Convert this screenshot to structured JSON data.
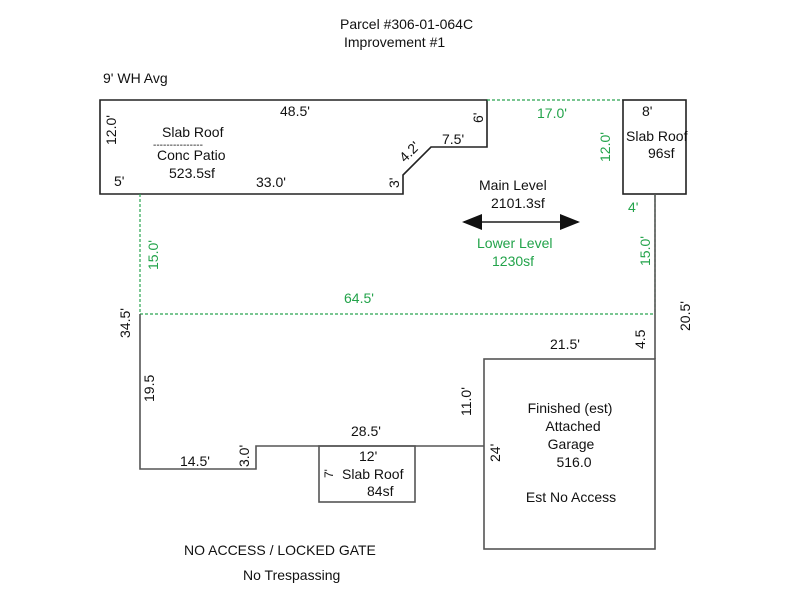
{
  "header": {
    "parcel": "Parcel #306-01-064C",
    "improvement": "Improvement #1",
    "wall_height": "9' WH Avg"
  },
  "areas": {
    "patio": {
      "line1": "Slab Roof",
      "divider": "---------------",
      "line2": "Conc Patio",
      "area": "523.5sf"
    },
    "slab_roof_right": {
      "label": "Slab Roof",
      "area": "96sf"
    },
    "slab_roof_bottom": {
      "label": "Slab Roof",
      "area": "84sf"
    },
    "main_level": {
      "label": "Main Level",
      "area": "2101.3sf"
    },
    "lower_level": {
      "label": "Lower Level",
      "area": "1230sf"
    },
    "garage": {
      "line1": "Finished (est)",
      "line2": "Attached",
      "line3": "Garage",
      "area": "516.0",
      "note": "Est No Access"
    }
  },
  "dimensions": {
    "patio_top": "48.5'",
    "patio_left": "12.0'",
    "patio_right": "6'",
    "patio_step": "7.5'",
    "patio_diag": "4.2'",
    "patio_step_down": "3'",
    "patio_bottom": "33.0'",
    "patio_offset": "5'",
    "green_top": "17.0'",
    "green_right_slab": "12.0'",
    "slab_right_width": "8'",
    "slab_right_offset": "4'",
    "green_left": "15.0'",
    "green_right": "15.0'",
    "green_width": "64.5'",
    "left_total": "34.5'",
    "right_total": "20.5'",
    "left_lower": "19.5",
    "right_step": "4.5",
    "garage_top": "21.5'",
    "garage_offset": "11.0'",
    "garage_side": "24'",
    "bottom_left": "14.5'",
    "bottom_step": "3.0'",
    "bottom_mid": "28.5'",
    "slab_bottom_width": "12'",
    "slab_bottom_depth": "7'"
  },
  "notes": {
    "access": "NO ACCESS / LOCKED GATE",
    "trespass": "No Trespassing"
  },
  "colors": {
    "lower_level": "#22a34a",
    "lines": "#222222"
  }
}
